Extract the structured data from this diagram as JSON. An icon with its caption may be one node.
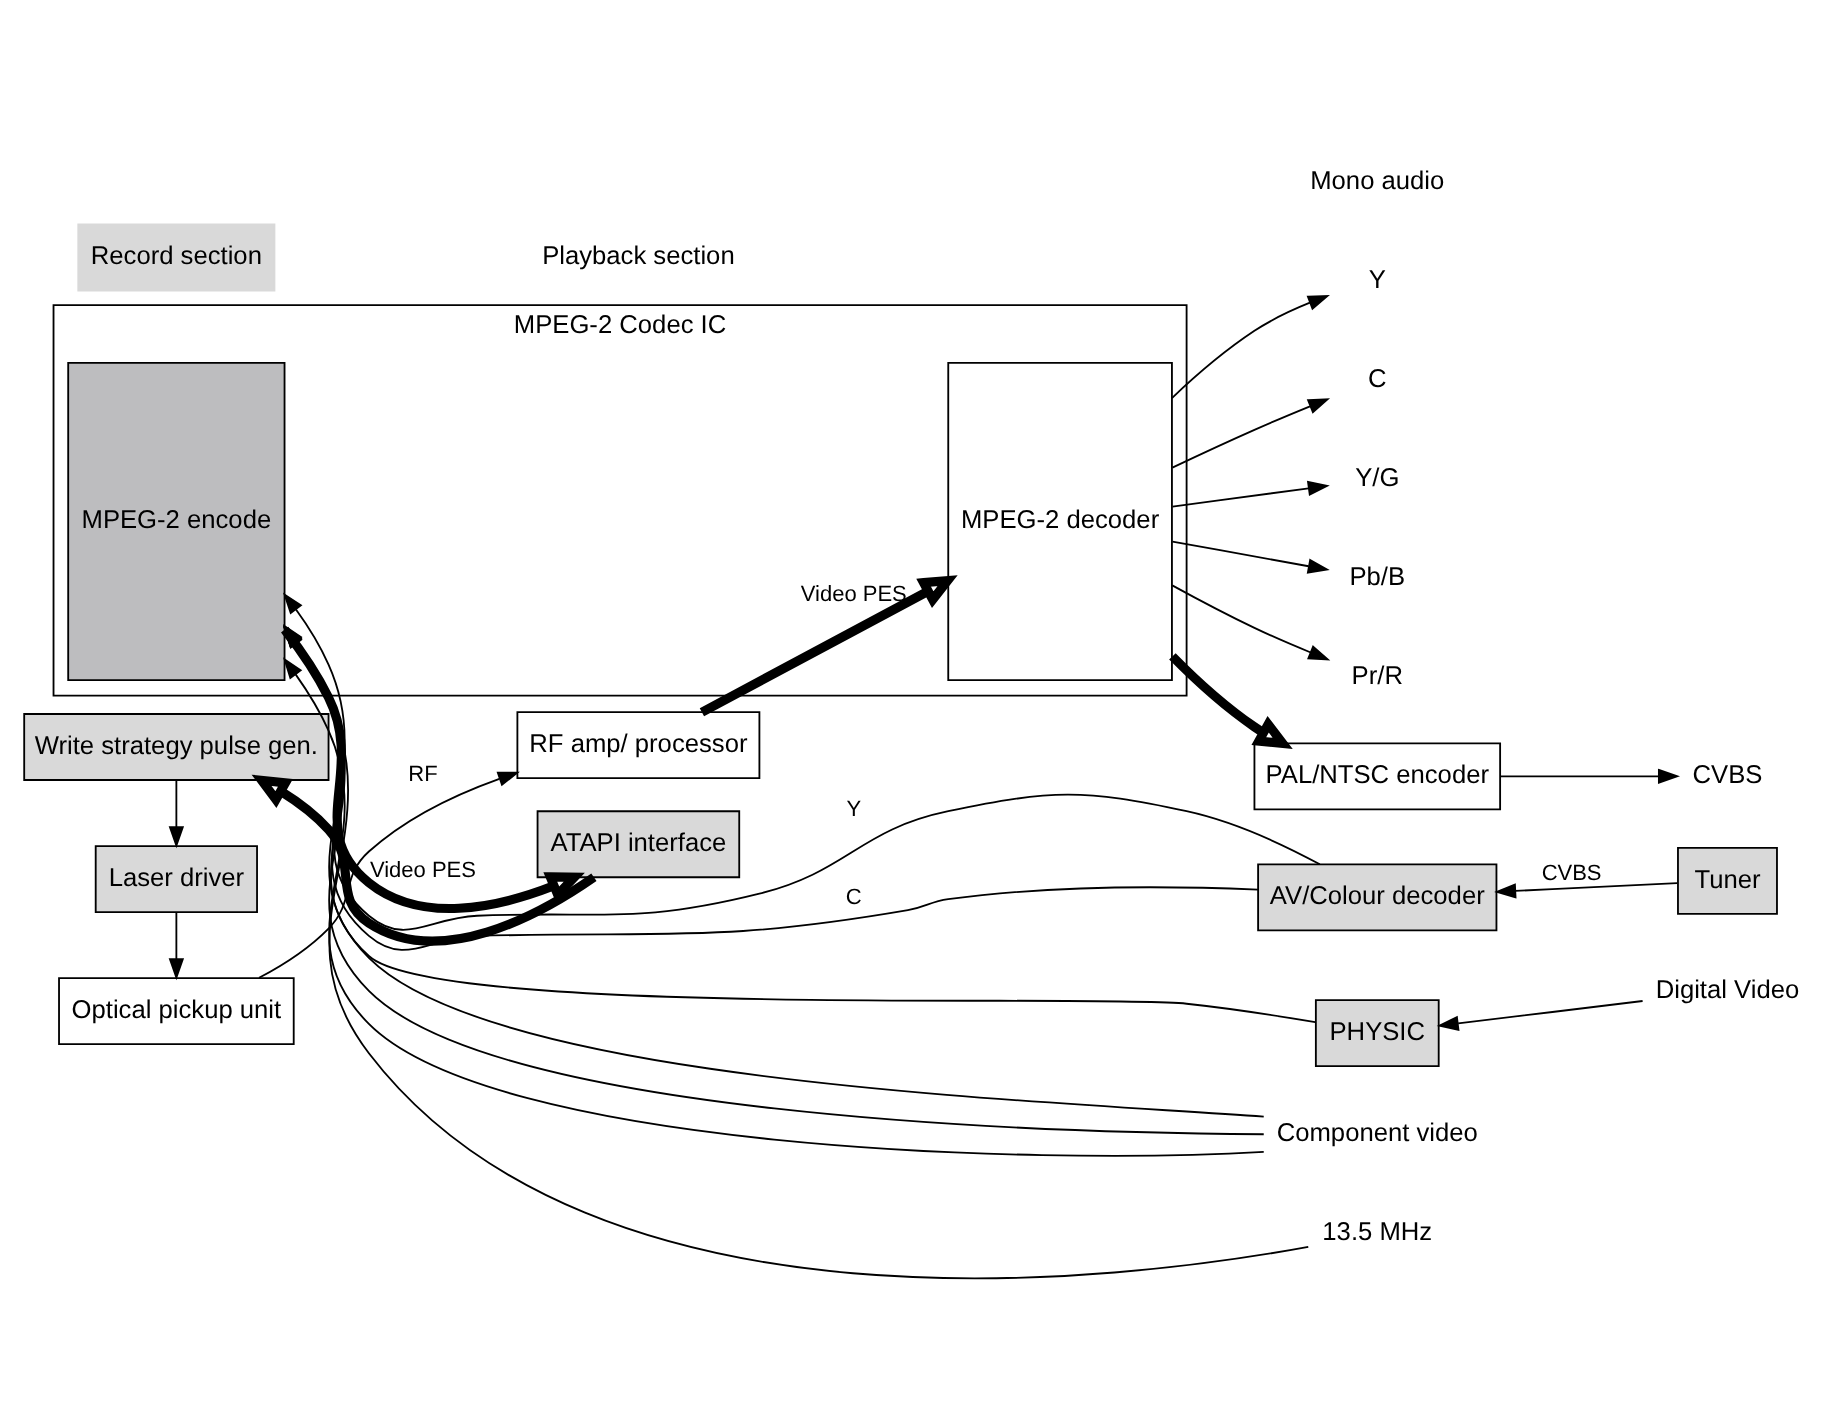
{
  "diagram": {
    "nodes": [
      {
        "text": [
          "Optical pickup unit"
        ]
      },
      {
        "text": [
          "RF amp/ processor"
        ]
      },
      {
        "text": [
          "MPEG-2 Codec IC"
        ]
      },
      {
        "text": [
          "MPEG-2 decoder"
        ],
        "in": 2
      },
      {
        "text": [
          "MPEG-2 encode"
        ],
        "in": 2
      },
      {
        "text": [
          "PAL/NTSC encoder"
        ]
      },
      {
        "text": [
          "Laser driver"
        ]
      },
      {
        "text": [
          "Write strategy pulse gen."
        ]
      },
      {
        "text": [
          "ATAPI interface"
        ]
      },
      {
        "text": [
          "AV/Colour decoder"
        ]
      },
      {
        "text": [
          "Tuner"
        ]
      },
      {
        "text": [
          "PHYSIC"
        ]
      },
      {
        "text": [
          "CVBS"
        ]
      },
      {
        "text": [
          "Y"
        ]
      },
      {
        "text": [
          "C"
        ]
      },
      {
        "text": [
          "Y/G"
        ]
      },
      {
        "text": [
          "Pb/B"
        ]
      },
      {
        "text": [
          "Pr/R"
        ]
      },
      {
        "text": [
          "Component video"
        ]
      },
      {
        "text": [
          "Digital Video"
        ]
      },
      {
        "text": [
          "13.5 MHz"
        ]
      },
      {
        "text": [
          "Record section"
        ]
      }
    ],
    "edges": [
      {
        "from": 0,
        "to": 1,
        "arrow": "to",
        "label": "RF"
      },
      {
        "from": 1,
        "to": 3,
        "arrow": "to",
        "label": "Video PES",
        "style": "thick"
      },
      {
        "from": 3,
        "to": 5,
        "arrow": "to",
        "style": "thick"
      },
      {
        "from": 5,
        "to": 12,
        "arrow": "to"
      },
      {
        "from": 3,
        "to": 13,
        "arrow": "to"
      },
      {
        "from": 3,
        "to": 14,
        "arrow": "to"
      },
      {
        "from": 3,
        "to": 15,
        "arrow": "to"
      },
      {
        "from": 3,
        "to": 16,
        "arrow": "to"
      },
      {
        "from": 3,
        "to": 17,
        "arrow": "to"
      },
      {
        "from": 18,
        "to": 4,
        "arrow": "to"
      },
      {
        "from": 18,
        "to": 4,
        "arrow": "to"
      },
      {
        "from": 18,
        "to": 4,
        "arrow": "to"
      },
      {
        "from": 9,
        "to": 4,
        "arrow": "to",
        "label": "Y"
      },
      {
        "from": 9,
        "to": 4,
        "arrow": "to",
        "label": "C"
      },
      {
        "from": 10,
        "to": 9,
        "arrow": "to",
        "label": "CVBS"
      },
      {
        "from": 19,
        "to": 11,
        "arrow": "to"
      },
      {
        "from": 11,
        "to": 4,
        "arrow": "to"
      },
      {
        "from": 20,
        "to": 4,
        "arrow": "to"
      },
      {
        "from": 4,
        "to": 8,
        "arrow": "to",
        "label": "Video PES",
        "style": "thick"
      },
      {
        "from": 8,
        "to": 7,
        "arrow": "to",
        "style": "thick"
      },
      {
        "from": 7,
        "to": 6,
        "arrow": "to"
      },
      {
        "from": 6,
        "to": 0,
        "arrow": "to"
      }
    ],
    "labels": [
      "Playback section",
      "Mono audio"
    ]
  }
}
